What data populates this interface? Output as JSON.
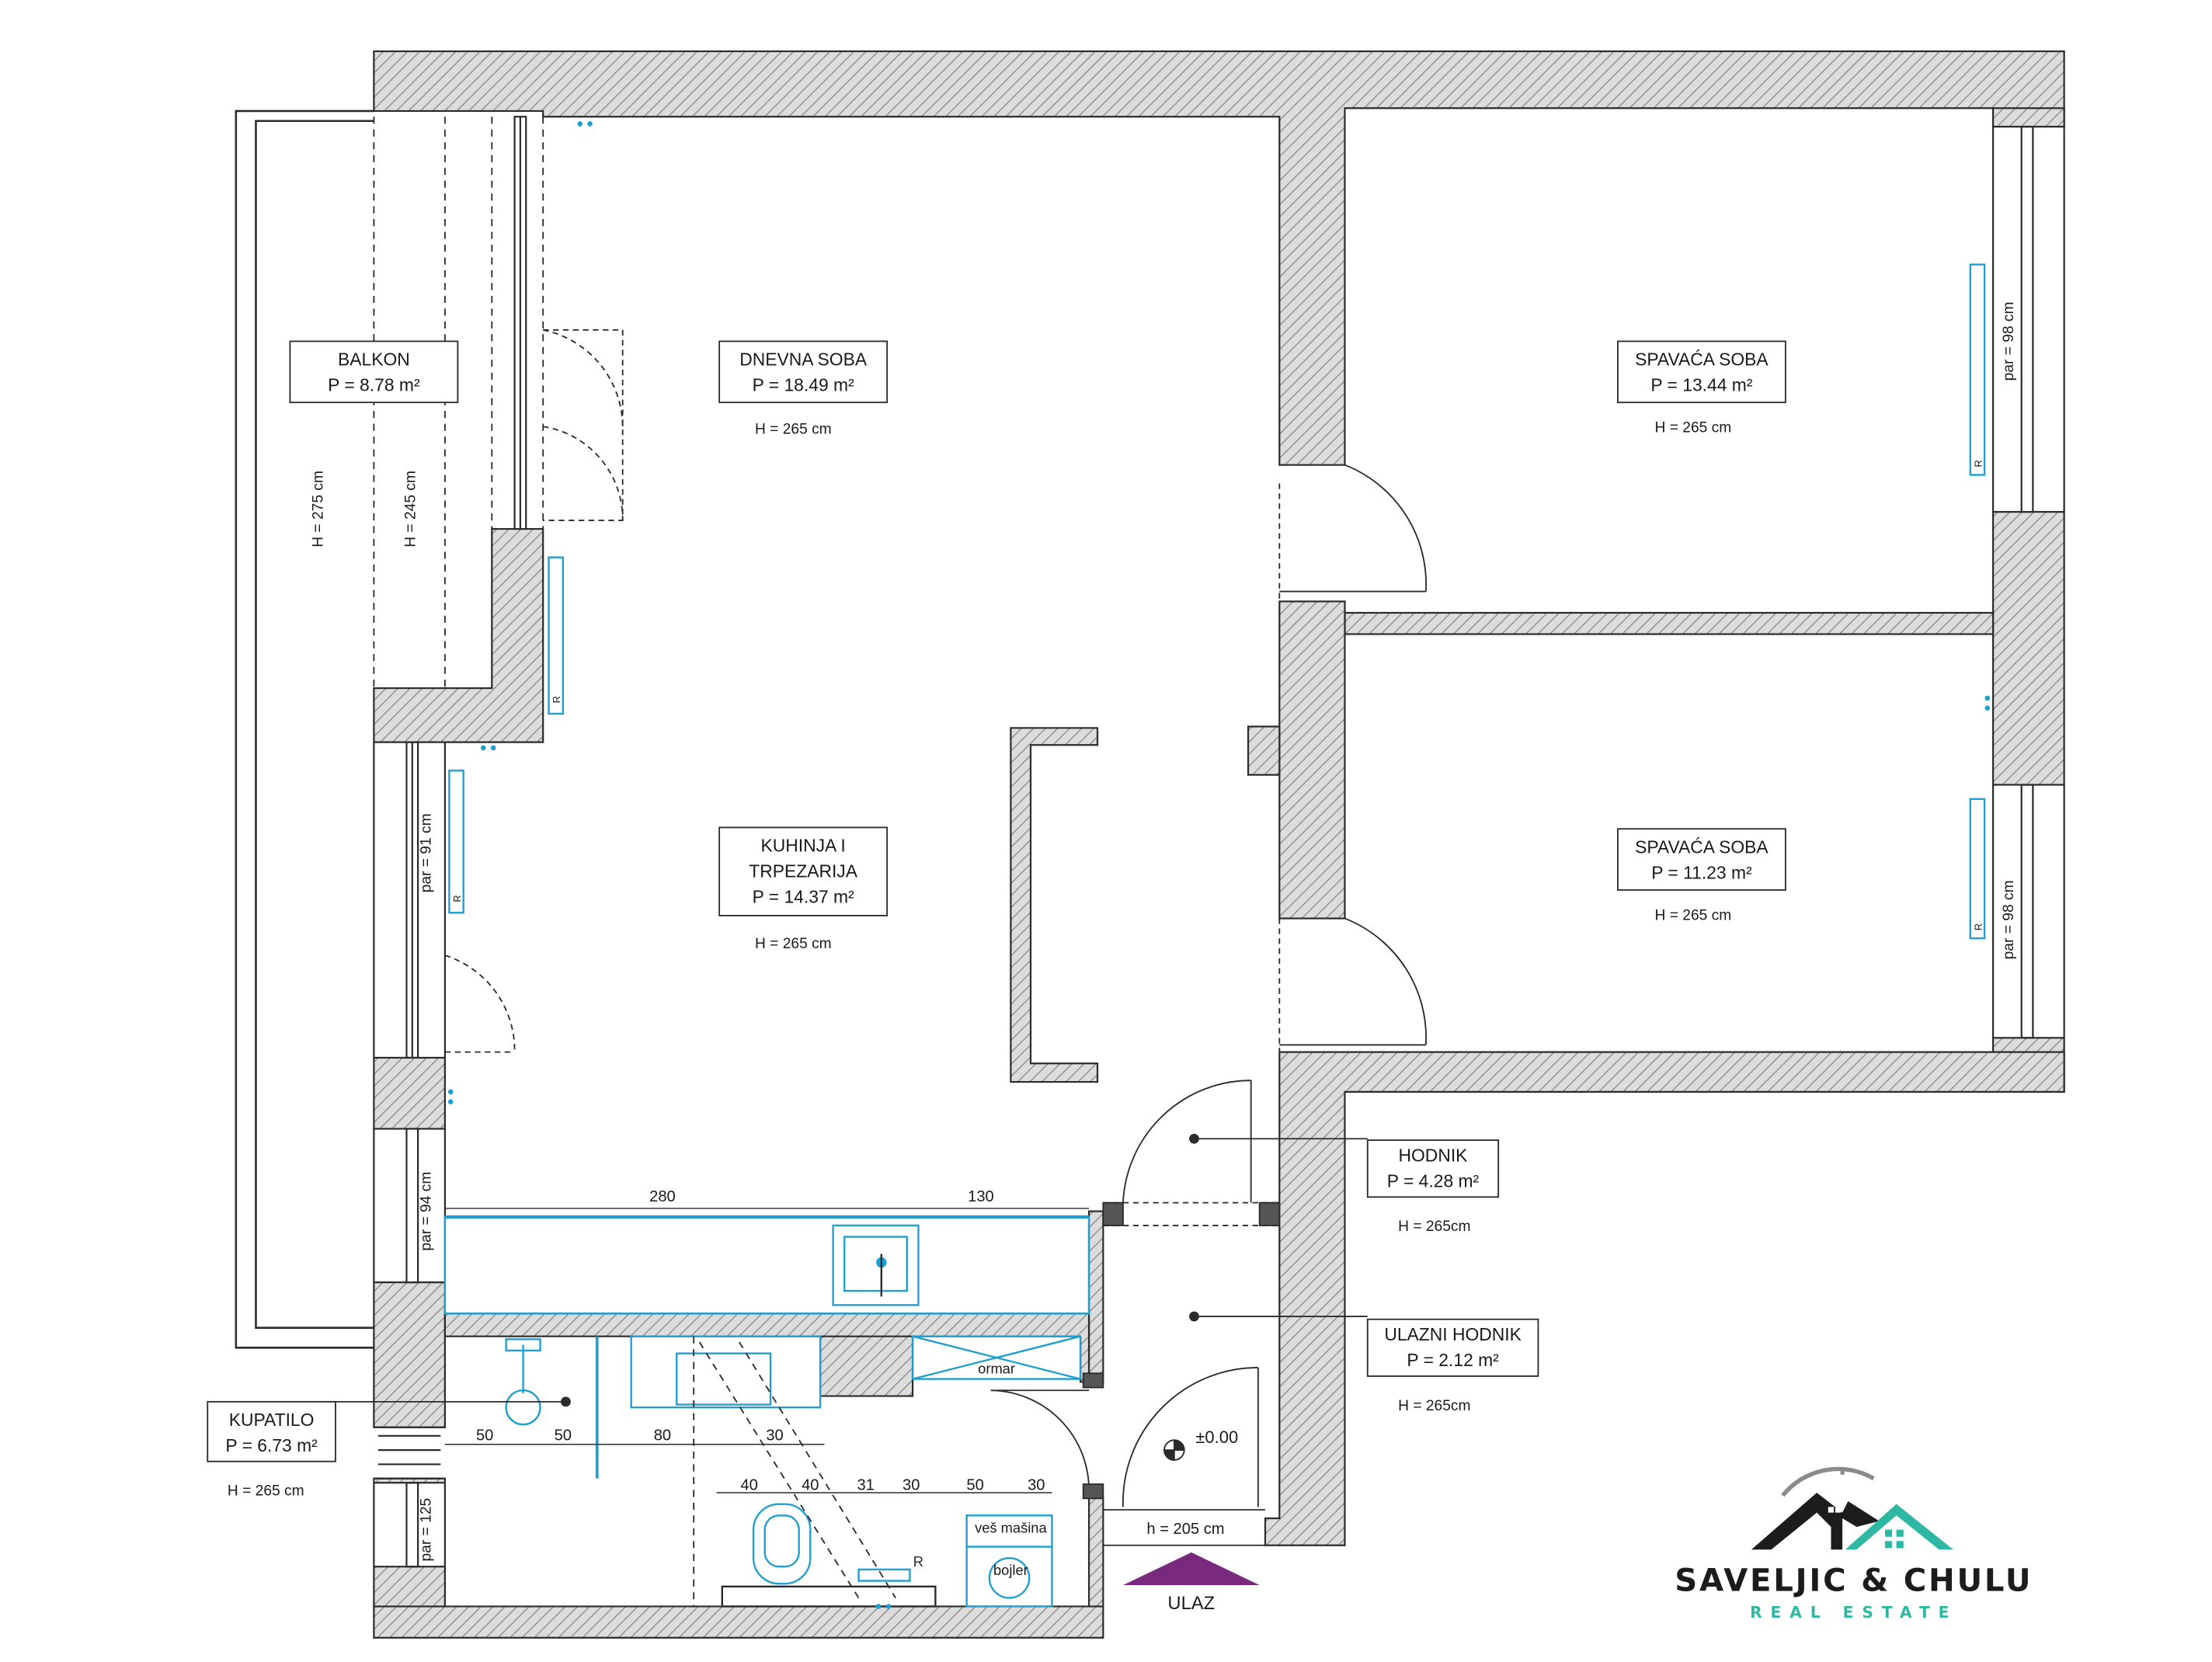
{
  "rooms": {
    "balkon": {
      "name": "BALKON",
      "area": "P = 8.78 m²"
    },
    "dnevna": {
      "name": "DNEVNA SOBA",
      "area": "P = 18.49 m²",
      "height": "H = 265 cm"
    },
    "spavaca1": {
      "name": "SPAVAĆA SOBA",
      "area": "P = 13.44 m²",
      "height": "H = 265 cm"
    },
    "spavaca2": {
      "name": "SPAVAĆA SOBA",
      "area": "P = 11.23 m²",
      "height": "H = 265 cm"
    },
    "kuhinja": {
      "name_line1": "KUHINJA I",
      "name_line2": "TRPEZARIJA",
      "area": "P = 14.37 m²",
      "height": "H = 265 cm"
    },
    "hodnik": {
      "name": "HODNIK",
      "area": "P = 4.28 m²",
      "height": "H = 265cm"
    },
    "ulazni_hodnik": {
      "name": "ULAZNI HODNIK",
      "area": "P = 2.12 m²",
      "height": "H = 265cm"
    },
    "kupatilo": {
      "name": "KUPATILO",
      "area": "P = 6.73 m²",
      "height": "H = 265 cm"
    }
  },
  "dimensions": {
    "balkon_h275": "H = 275 cm",
    "balkon_h245": "H = 245 cm",
    "par91": "par = 91 cm",
    "par94": "par = 94 cm",
    "par125": "par = 125",
    "par98_top": "par = 98 cm",
    "par98_bottom": "par = 98 cm",
    "door_h205": "h = 205 cm",
    "level": "±0.00",
    "kitchen_280": "280",
    "kitchen_130": "130",
    "bath_row1": [
      "50",
      "50",
      "80",
      "30"
    ],
    "bath_row2": [
      "40",
      "40",
      "31",
      "30",
      "50",
      "30"
    ]
  },
  "fixtures": {
    "ormar": "ormar",
    "ves_masina": "veš mašina",
    "bojler": "bojler",
    "radiator_mark": "R"
  },
  "entrance": {
    "label": "ULAZ"
  },
  "brand": {
    "name": "SAVELJIC & CHULU",
    "tagline": "REAL ESTATE"
  },
  "colors": {
    "wall_fill": "#d4d4d4",
    "wall_stroke": "#2b2b2b",
    "fixture_blue": "#1f9fd0",
    "entrance_purple": "#7a2a7e",
    "brand_teal": "#2eb7a3",
    "brand_dark": "#1c1c1c"
  }
}
